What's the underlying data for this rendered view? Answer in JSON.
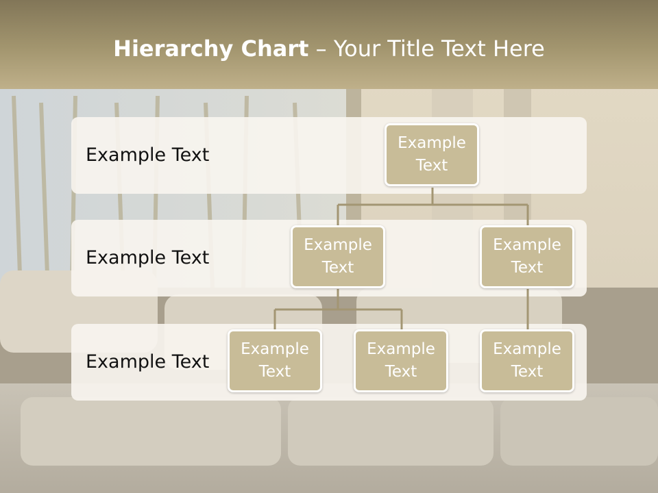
{
  "title": {
    "bold": "Hierarchy Chart",
    "rest": " – Your Title Text Here"
  },
  "levels": [
    "Example Text",
    "Example Text",
    "Example Text"
  ],
  "nodes": {
    "root": "Example Text",
    "left": "Example Text",
    "right": "Example Text",
    "left_child_1": "Example Text",
    "left_child_2": "Example Text",
    "right_child_1": "Example Text"
  },
  "colors": {
    "node_fill": "#c8bc98",
    "connector": "#a39673",
    "band_fill": "#f8f5f0",
    "title_bar": "#968b67"
  }
}
